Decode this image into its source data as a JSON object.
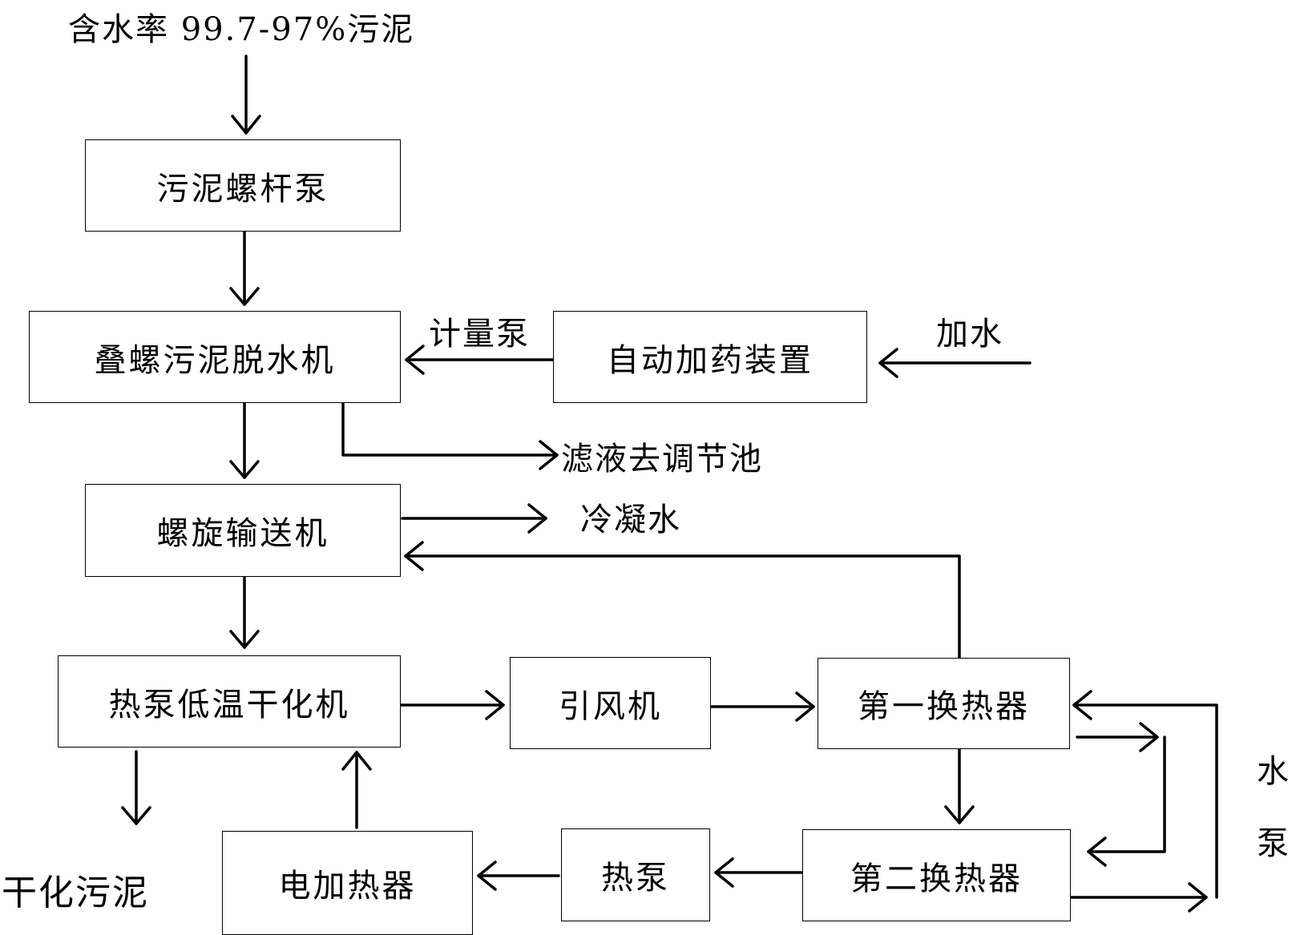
{
  "inputs": {
    "sludge_in": "含水率 99.7-97%污泥",
    "add_water": "加水"
  },
  "boxes": {
    "screw_pump": "污泥螺杆泵",
    "dewatering_machine": "叠螺污泥脱水机",
    "auto_dosing": "自动加药装置",
    "screw_conveyor": "螺旋输送机",
    "heat_pump_dryer": "热泵低温干化机",
    "induced_fan": "引风机",
    "first_exchanger": "第一换热器",
    "second_exchanger": "第二换热器",
    "heat_pump": "热泵",
    "electric_heater": "电加热器"
  },
  "labels": {
    "metering_pump": "计量泵",
    "filtrate": "滤液去调节池",
    "condensate": "冷凝水",
    "dried_sludge": "干化污泥",
    "water_pump_1": "水",
    "water_pump_2": "泵"
  }
}
